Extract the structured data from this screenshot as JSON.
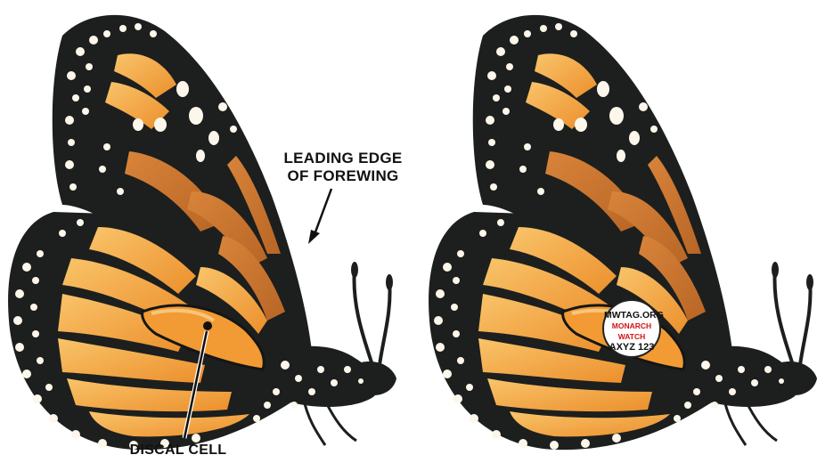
{
  "labels": {
    "leading_edge_line1": "LEADING EDGE",
    "leading_edge_line2": "OF FOREWING",
    "discal_cell": "DISCAL CELL"
  },
  "tag": {
    "line1": "MWTAG.ORG",
    "line2": "MONARCH WATCH",
    "line3": "AXYZ 123"
  },
  "colors": {
    "wing_black": "#1c1f1e",
    "vein_black": "#141615",
    "orange_light": "#f7b352",
    "orange_mid": "#f29a34",
    "orange_dark": "#c8722c",
    "spot_white": "#fdf6ea",
    "tag_red": "#d21414"
  }
}
